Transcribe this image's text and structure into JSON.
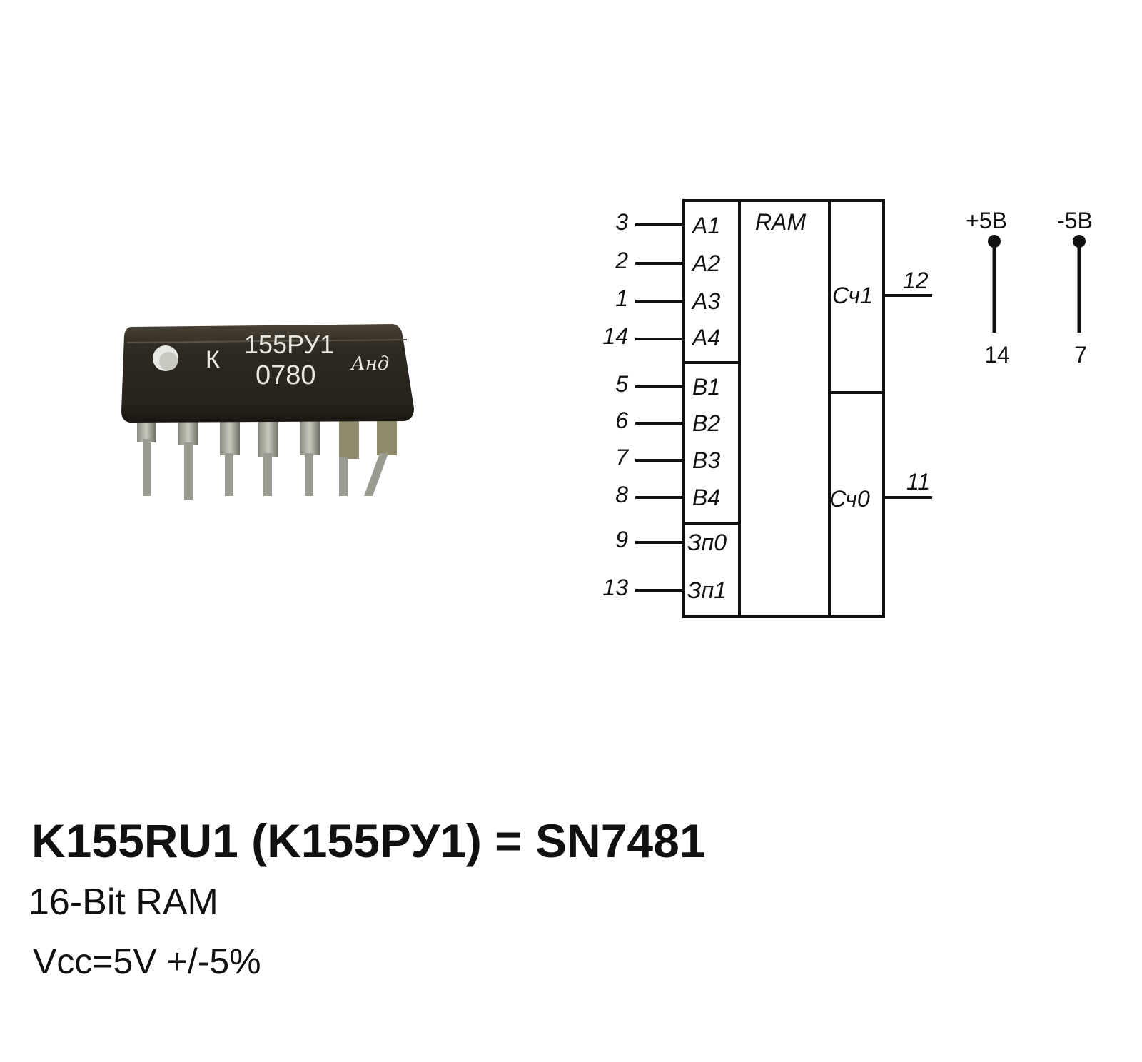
{
  "chip_marking": {
    "prefix": "К",
    "part": "155РУ1",
    "date": "0780",
    "logo": "Анд"
  },
  "schematic": {
    "block_label": "RAM",
    "inputs": [
      {
        "pin": "3",
        "signal": "A1"
      },
      {
        "pin": "2",
        "signal": "A2"
      },
      {
        "pin": "1",
        "signal": "A3"
      },
      {
        "pin": "14",
        "signal": "A4"
      },
      {
        "pin": "5",
        "signal": "B1"
      },
      {
        "pin": "6",
        "signal": "B2"
      },
      {
        "pin": "7",
        "signal": "B3"
      },
      {
        "pin": "8",
        "signal": "B4"
      },
      {
        "pin": "9",
        "signal": "Зп0"
      },
      {
        "pin": "13",
        "signal": "Зп1"
      }
    ],
    "outputs": [
      {
        "pin": "12",
        "signal": "Сч1"
      },
      {
        "pin": "11",
        "signal": "Сч0"
      }
    ],
    "power": [
      {
        "label": "+5В",
        "pin": "14"
      },
      {
        "label": "-5В",
        "pin": "7"
      }
    ]
  },
  "caption": {
    "title": "K155RU1 (K155РУ1) = SN7481",
    "subtitle": "16-Bit RAM",
    "supply": "Vcc=5V +/-5%"
  }
}
